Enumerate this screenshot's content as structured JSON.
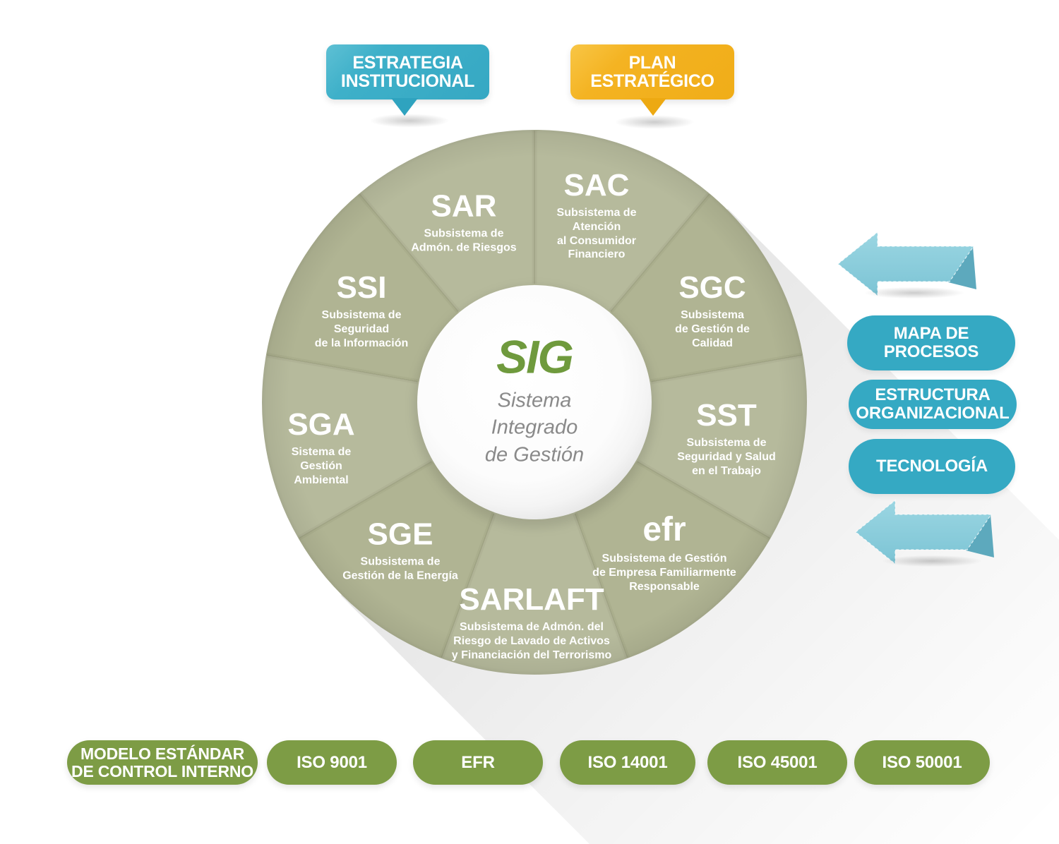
{
  "colors": {
    "wheel_green": "#b6ba9c",
    "wheel_green_alt": "#b0b493",
    "divider": "rgba(95,100,65,0.22)",
    "divider_soft": "rgba(95,100,65,0.07)",
    "sig_green": "#6f9a3d",
    "center_sub_gray": "#8a8a8a",
    "teal": "#35a9c3",
    "light_blue_arrow": "#8fd0de",
    "arrow_fold": "#5da9bd",
    "banner_blue": "#3aabc6",
    "banner_yellow": "#f3b120",
    "olive_green": "#7d9c45"
  },
  "banners": [
    {
      "line1": "ESTRATEGIA",
      "line2": "INSTITUCIONAL"
    },
    {
      "line1": "PLAN",
      "line2": "ESTRATÉGICO"
    }
  ],
  "wheel": {
    "center": {
      "title": "SIG",
      "sub": [
        "Sistema",
        "Integrado",
        "de Gestión"
      ]
    },
    "segments": [
      {
        "acronym": "SAR",
        "sub": [
          "Subsistema de",
          "Admón. de Riesgos"
        ]
      },
      {
        "acronym": "SAC",
        "sub": [
          "Subsistema de",
          "Atención",
          "al Consumidor",
          "Financiero"
        ]
      },
      {
        "acronym": "SGC",
        "sub": [
          "Subsistema",
          "de Gestión de",
          "Calidad"
        ]
      },
      {
        "acronym": "SST",
        "sub": [
          "Subsistema de",
          "Seguridad y Salud",
          "en el Trabajo"
        ]
      },
      {
        "acronym": "efr",
        "sub": [
          "Subsistema de Gestión",
          "de Empresa Familiarmente",
          "Responsable"
        ]
      },
      {
        "acronym": "SARLAFT",
        "sub": [
          "Subsistema de Admón. del",
          "Riesgo de Lavado de Activos",
          "y Financiación del Terrorismo"
        ]
      },
      {
        "acronym": "SGE",
        "sub": [
          "Subsistema de",
          "Gestión de la Energía"
        ]
      },
      {
        "acronym": "SGA",
        "sub": [
          "Sistema de",
          "Gestión",
          "Ambiental"
        ]
      },
      {
        "acronym": "SSI",
        "sub": [
          "Subsistema de",
          "Seguridad",
          "de la Información"
        ]
      }
    ]
  },
  "right_panel": {
    "arrow_icon": "arrow-left-icon",
    "pills": [
      {
        "line1": "MAPA DE",
        "line2": "PROCESOS"
      },
      {
        "line1": "ESTRUCTURA",
        "line2": "ORGANIZACIONAL"
      },
      {
        "line1": "TECNOLOGÍA",
        "line2": ""
      }
    ]
  },
  "bottom_row": {
    "pills": [
      {
        "line1": "MODELO ESTÁNDAR",
        "line2": "DE CONTROL INTERNO"
      },
      {
        "line1": "ISO 9001",
        "line2": ""
      },
      {
        "line1": "EFR",
        "line2": ""
      },
      {
        "line1": "ISO 14001",
        "line2": ""
      },
      {
        "line1": "ISO 45001",
        "line2": ""
      },
      {
        "line1": "ISO 50001",
        "line2": ""
      }
    ]
  }
}
